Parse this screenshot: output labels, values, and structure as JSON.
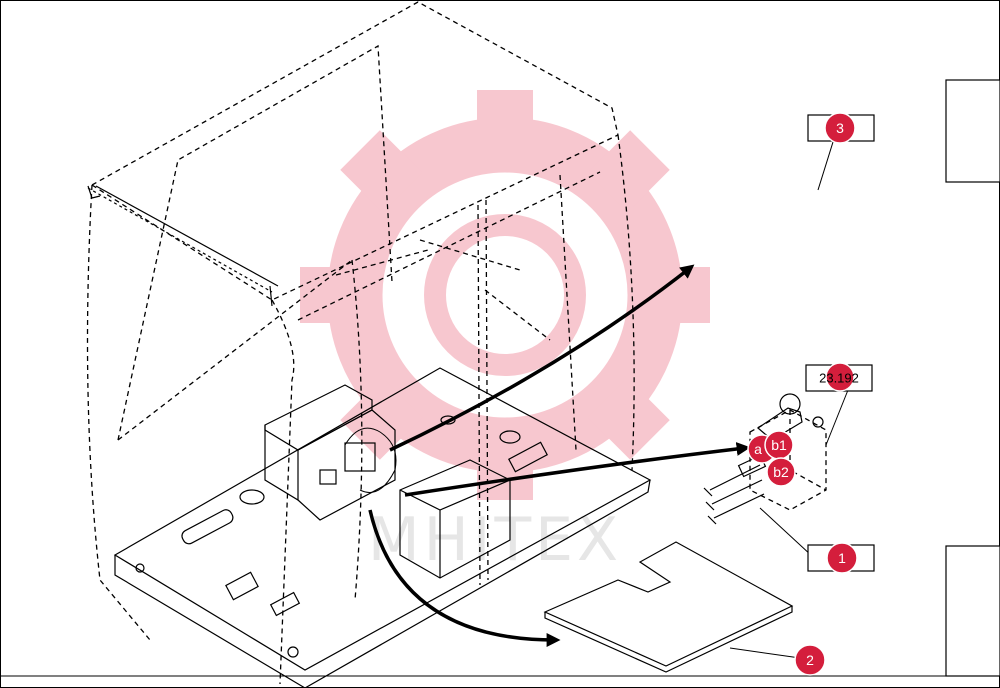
{
  "watermark": {
    "brand": "MHITEX",
    "color": "#f4b8c0"
  },
  "callouts": {
    "c1": "1",
    "c2": "2",
    "c3": "3",
    "ref": "23.192",
    "a": "a",
    "b1": "b1",
    "b2": "b2"
  },
  "colors": {
    "callout": "#d41e3c"
  }
}
